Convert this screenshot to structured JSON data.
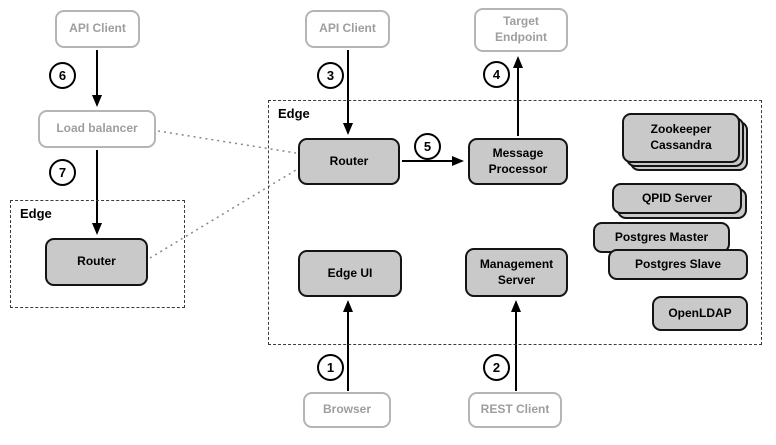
{
  "diagram": {
    "edge_label": "Edge",
    "nodes": {
      "api_client_left": "API Client",
      "api_client_mid": "API Client",
      "target_endpoint": "Target Endpoint",
      "load_balancer": "Load balancer",
      "router_external": "Router",
      "router_internal": "Router",
      "message_processor": "Message Processor",
      "edge_ui": "Edge UI",
      "management_server": "Management Server",
      "zookeeper": "Zookeeper",
      "cassandra": "Cassandra",
      "qpid_server": "QPID Server",
      "postgres_master": "Postgres Master",
      "postgres_slave": "Postgres Slave",
      "openldap": "OpenLDAP",
      "browser": "Browser",
      "rest_client": "REST Client"
    },
    "step_labels": {
      "step1": "1",
      "step2": "2",
      "step3": "3",
      "step4": "4",
      "step5": "5",
      "step6": "6",
      "step7": "7"
    },
    "colors": {
      "component_fill": "#c9c9c9",
      "component_border": "#141414",
      "external_border": "#b5b5b5",
      "external_text": "#9e9e9e",
      "background": "#ffffff",
      "dotted_line": "#888888"
    }
  }
}
